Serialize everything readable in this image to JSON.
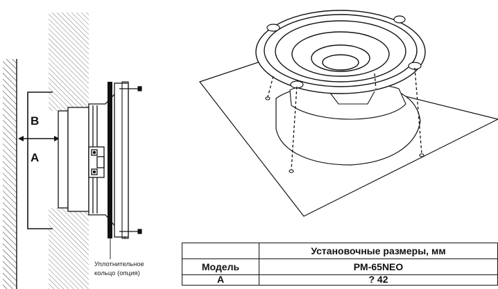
{
  "diagram": {
    "dimension_b": "B",
    "dimension_a": "A",
    "seal_note_line1": "Уплотнительное",
    "seal_note_line2": "кольцо (опция)"
  },
  "table": {
    "header": "Установочные размеры, мм",
    "model_label": "Модель",
    "model_value": "PM-65NEO",
    "row3_label": "A",
    "row3_value": "? 42"
  }
}
